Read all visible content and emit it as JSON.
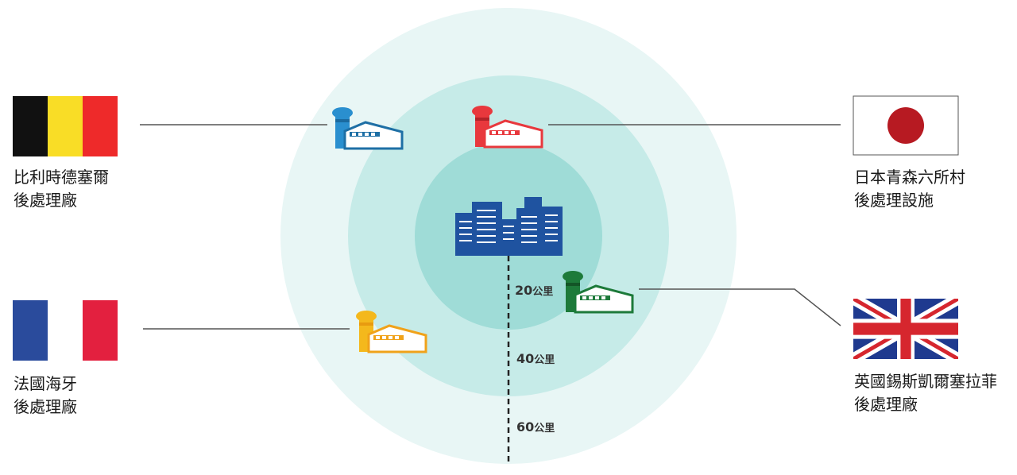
{
  "colors": {
    "ring_outer": "#e8f6f5",
    "ring_middle": "#c6ebe8",
    "ring_inner": "#9fdcd7",
    "city": "#1f53a0",
    "plant_blue": "#2a8fcf",
    "plant_red": "#e8383d",
    "plant_green": "#1d7a3a",
    "plant_yellow": "#f4b81c",
    "connector": "#555555"
  },
  "distances": [
    {
      "value": "20",
      "unit": "公里"
    },
    {
      "value": "40",
      "unit": "公里"
    },
    {
      "value": "60",
      "unit": "公里"
    }
  ],
  "sites": {
    "belgium": {
      "line1": "比利時德塞爾",
      "line2": "後處理廠",
      "flag": "belgium-flag",
      "plant": "blue"
    },
    "france": {
      "line1": "法國海牙",
      "line2": "後處理廠",
      "flag": "france-flag",
      "plant": "yellow"
    },
    "japan": {
      "line1": "日本青森六所村",
      "line2": "後處理設施",
      "flag": "japan-flag",
      "plant": "red"
    },
    "uk": {
      "line1": "英國錫斯凱爾塞拉菲",
      "line2": "後處理廠",
      "flag": "uk-flag",
      "plant": "green"
    }
  },
  "center": {
    "icon": "city-buildings-icon"
  }
}
